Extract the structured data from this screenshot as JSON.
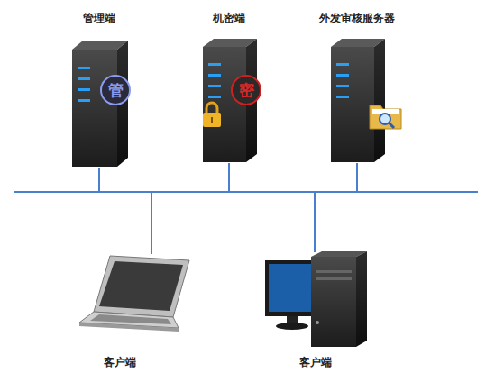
{
  "diagram": {
    "nodes": [
      {
        "text": [
          "管理端",
          "管"
        ]
      },
      {
        "text": [
          "机密端",
          "密"
        ]
      },
      {
        "text": [
          "外发审核服务器"
        ]
      },
      {
        "text": [
          "客户端"
        ]
      },
      {
        "text": [
          "客户端"
        ]
      }
    ],
    "edges": [
      {
        "from": 0,
        "to": 1,
        "arrow": "none"
      },
      {
        "from": 0,
        "to": 2,
        "arrow": "none"
      },
      {
        "from": 1,
        "to": 2,
        "arrow": "none"
      },
      {
        "from": 0,
        "to": 3,
        "arrow": "none"
      },
      {
        "from": 0,
        "to": 4,
        "arrow": "none"
      },
      {
        "from": 1,
        "to": 3,
        "arrow": "none"
      },
      {
        "from": 1,
        "to": 4,
        "arrow": "none"
      },
      {
        "from": 2,
        "to": 3,
        "arrow": "none"
      },
      {
        "from": 2,
        "to": 4,
        "arrow": "none"
      },
      {
        "from": 3,
        "to": 4,
        "arrow": "none"
      }
    ]
  }
}
